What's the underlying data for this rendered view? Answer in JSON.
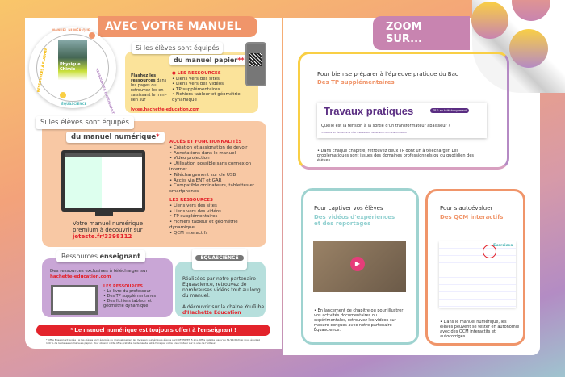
{
  "left": {
    "title": "AVEC VOTRE MANUEL",
    "wheel": {
      "top": "MANUEL NUMÉRIQUE",
      "right": "RESSOURCES ENSEIGNANT",
      "bottom": "ÉQUASCIENCE",
      "left": "RESSOURCES À FLASHER",
      "book_title": "Physique Chimie"
    },
    "paper": {
      "tag1": "Si les élèves sont équipés",
      "tag2": "du manuel papier",
      "mark": "**",
      "intro_bold": "Flashez les ressources",
      "intro": "dans les pages ou retrouvez-les en saisissant le mini-lien sur",
      "link": "lycee.hachette-education.com",
      "res_title": "LES RESSOURCES",
      "items": [
        "Liens vers des sites",
        "Liens vers des vidéos",
        "TP supplémentaires",
        "Fichiers tableur et géométrie dynamique"
      ]
    },
    "digital": {
      "tag1": "Si les élèves sont équipés",
      "tag2": "du manuel numérique",
      "mark": "*",
      "caption": "Votre manuel numérique premium à découvrir sur",
      "link": "jeteste.fr/3398112",
      "access_title": "ACCÈS ET FONCTIONNALITÉS",
      "access": [
        "Création et assignation de devoir",
        "Annotations dans le manuel",
        "Vidéo projection",
        "Utilisation possible sans connexion internet",
        "Téléchargement sur clé USB",
        "Accès via ENT et GAR",
        "Compatible ordinateurs, tablettes et smartphones"
      ],
      "res_title": "LES RESSOURCES",
      "items": [
        "Liens vers des sites",
        "Liens vers des vidéos",
        "TP supplémentaires",
        "Fichiers tableur et géométrie dynamique",
        "QCM interactifs"
      ]
    },
    "teacher": {
      "tag_a": "Ressources",
      "tag_b": "enseignant",
      "intro": "Des ressources exclusives à télécharger sur",
      "link": "hachette-education.com",
      "res_title": "LES RESSOURCES",
      "items": [
        "Le livre du professeur",
        "Des TP supplémentaires",
        "Des fichiers tableur et géométrie dynamique"
      ]
    },
    "equa": {
      "logo": "EQUASCIENCE",
      "text": "Réalisées par notre partenaire Equascience, retrouvez de nombreuses vidéos tout au long du manuel.",
      "text2": "À découvrir sur la chaîne YouTube",
      "link": "d'Hachette Education"
    },
    "banner": "* Le manuel numérique est toujours offert à l'enseignant !",
    "footnote": "* Offre Enseignant Lycée : si les élèves sont équipés du manuel papier, les livres en numériques élèves sont OFFERTES 5 ans. Offre valable jusqu'au 31/12/2021 si vous équipez 100 % de la classe en manuels papier. Pour obtenir cette offre gratuite, la demande est à faire par votre prescripteur sur le site de l'éditeur."
  },
  "right": {
    "title": "ZOOM SUR...",
    "tp": {
      "heading": "Pour bien se préparer à l'épreuve pratique du Bac",
      "sub": "Des TP supplémentaires",
      "card_title": "Travaux pratiques",
      "badge": "TP 2 en téléchargement",
      "question": "Quelle est la tension à la sortie d'un transformateur abaisseur ?",
      "goal": "→ Mettre en évidence le rôle d'abaisseur de tension du transformateur",
      "text": "Dans chaque chapitre, retrouvez deux TP dont un à télécharger. Les problématiques sont issues des domaines professionnels ou du quotidien des élèves."
    },
    "video": {
      "heading": "Pour captiver vos élèves",
      "sub": "Des vidéos d'expériences et des reportages",
      "text": "En lancement de chapitre ou pour illustrer vos activités documentaires ou expérimentales, retrouvez les vidéos sur mesure conçues avec notre partenaire Équascience."
    },
    "qcm": {
      "heading": "Pour s'autoévaluer",
      "sub": "Des QCM interactifs",
      "screen_title": "Exercices",
      "text": "Dans le manuel numérique, les élèves peuvent se tester en autonomie avec des QCM interactifs et autocorrigés."
    }
  },
  "colors": {
    "orange": "#f0956a",
    "purple": "#b58ac4",
    "teal": "#9fd3d0",
    "yellow": "#f9cf45",
    "red": "#e3232b"
  }
}
